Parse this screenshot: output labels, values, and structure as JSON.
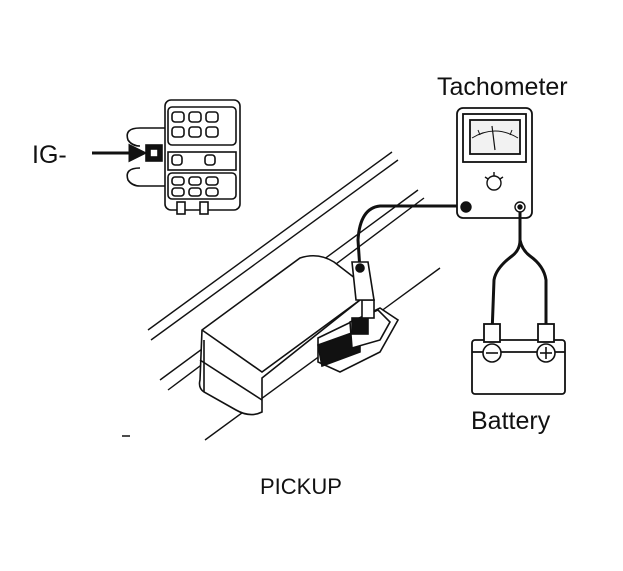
{
  "labels": {
    "tachometer": "Tachometer",
    "ig_terminal": "IG-",
    "battery": "Battery",
    "pickup": "PICKUP"
  },
  "colors": {
    "ink": "#111111",
    "paper": "#ffffff",
    "shade": "#dddddd"
  },
  "icons": {
    "battery_negative": "minus-icon",
    "battery_positive": "plus-icon"
  }
}
